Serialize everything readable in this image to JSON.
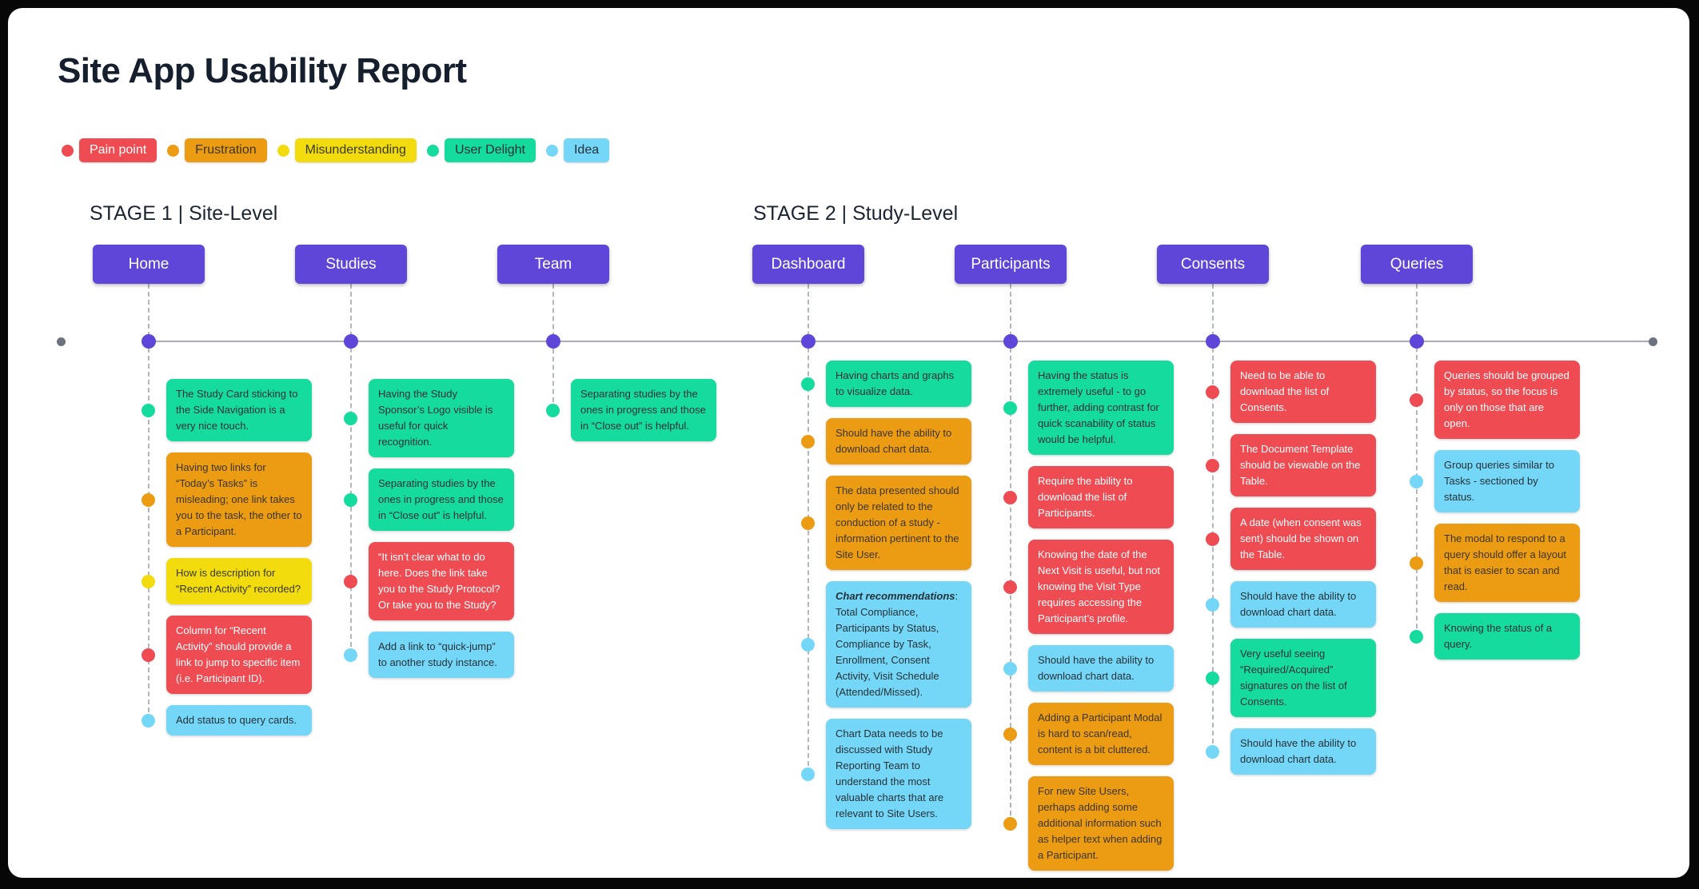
{
  "title": "Site App Usability Report",
  "colors": {
    "board_background": "#ffffff",
    "frame_background": "#070707",
    "button_purple": "#5f46d8",
    "timeline_line": "#a8adb7",
    "timeline_end_dot": "#6d737e",
    "dashed_line": "#b2b6bf"
  },
  "card_styles": {
    "pain": {
      "bg": "#ee4b52",
      "fg": "#ffffff"
    },
    "frustration": {
      "bg": "#ec9c13",
      "fg": "#3c3526"
    },
    "misunderstanding": {
      "bg": "#f2dc0e",
      "fg": "#3a3a22"
    },
    "delight": {
      "bg": "#16db9e",
      "fg": "#263137"
    },
    "idea": {
      "bg": "#74d7f8",
      "fg": "#263137"
    }
  },
  "legend": [
    {
      "type": "pain",
      "label": "Pain point"
    },
    {
      "type": "frustration",
      "label": "Frustration"
    },
    {
      "type": "misunderstanding",
      "label": "Misunderstanding"
    },
    {
      "type": "delight",
      "label": "User Delight"
    },
    {
      "type": "idea",
      "label": "Idea"
    }
  ],
  "stages": [
    {
      "label": "STAGE 1 | Site-Level"
    },
    {
      "label": "STAGE 2 | Study-Level"
    }
  ],
  "columns": [
    {
      "label": "Home",
      "stage": 1,
      "cards": [
        {
          "type": "delight",
          "text": "The Study Card sticking to the Side Navigation is a very nice touch."
        },
        {
          "type": "frustration",
          "text": "Having two links for “Today’s Tasks” is misleading; one link takes you to the task, the other to a Participant."
        },
        {
          "type": "misunderstanding",
          "text": "How is description for “Recent Activity” recorded?"
        },
        {
          "type": "pain",
          "text": "Column for “Recent Activity” should provide a link to jump to specific item (i.e. Participant ID)."
        },
        {
          "type": "idea",
          "text": "Add status to query cards."
        }
      ]
    },
    {
      "label": "Studies",
      "stage": 1,
      "cards": [
        {
          "type": "delight",
          "text": "Having the Study Sponsor’s Logo visible is useful for quick recognition."
        },
        {
          "type": "delight",
          "text": "Separating studies by the ones in progress and those in “Close out” is helpful."
        },
        {
          "type": "pain",
          "text": "“It isn’t clear what to do here. Does the link take you to the Study Protocol? Or take you to the Study?"
        },
        {
          "type": "idea",
          "text": "Add a link to “quick-jump” to another study instance."
        }
      ]
    },
    {
      "label": "Team",
      "stage": 1,
      "cards": [
        {
          "type": "delight",
          "text": "Separating studies by the ones in progress and those in “Close out” is helpful."
        }
      ]
    },
    {
      "label": "Dashboard",
      "stage": 2,
      "cards": [
        {
          "type": "delight",
          "text": "Having charts and graphs to visualize data."
        },
        {
          "type": "frustration",
          "text": "Should have the ability to download chart data."
        },
        {
          "type": "frustration",
          "text": "The data presented should only be related to the conduction of a study - information pertinent to the Site User."
        },
        {
          "type": "idea",
          "lead": "Chart recommendations",
          "text": ": Total Compliance, Participants by Status, Compliance by Task, Enrollment, Consent Activity, Visit Schedule (Attended/Missed)."
        },
        {
          "type": "idea",
          "text": "Chart Data needs to be discussed with Study Reporting Team to understand the most valuable charts that are relevant to Site Users."
        }
      ]
    },
    {
      "label": "Participants",
      "stage": 2,
      "cards": [
        {
          "type": "delight",
          "text": "Having the status is extremely useful - to go further, adding contrast for quick scanability of status would be helpful."
        },
        {
          "type": "pain",
          "text": "Require the ability to download the list of Participants."
        },
        {
          "type": "pain",
          "text": "Knowing the date of the Next Visit is useful, but not knowing the Visit Type requires accessing the Participant’s profile."
        },
        {
          "type": "idea",
          "text": "Should have the ability to download chart data."
        },
        {
          "type": "frustration",
          "text": "Adding a Participant Modal is hard to scan/read, content is a bit cluttered."
        },
        {
          "type": "frustration",
          "text": "For new Site Users, perhaps adding some additional information such as helper text when adding a Participant."
        }
      ]
    },
    {
      "label": "Consents",
      "stage": 2,
      "cards": [
        {
          "type": "pain",
          "text": "Need to be able to download the list of Consents."
        },
        {
          "type": "pain",
          "text": "The Document Template should be viewable on the Table."
        },
        {
          "type": "pain",
          "text": "A date (when consent was sent) should be shown on the Table."
        },
        {
          "type": "idea",
          "text": "Should have the ability to download chart data."
        },
        {
          "type": "delight",
          "text": "Very useful seeing “Required/Acquired” signatures on the list of Consents."
        },
        {
          "type": "idea",
          "text": "Should have the ability to download chart data."
        }
      ]
    },
    {
      "label": "Queries",
      "stage": 2,
      "cards": [
        {
          "type": "pain",
          "text": "Queries should be grouped by status, so the focus is only on those that are open."
        },
        {
          "type": "idea",
          "text": "Group queries similar to Tasks - sectioned by status."
        },
        {
          "type": "frustration",
          "text": "The modal to respond to a query should offer a layout that is easier to scan and read."
        },
        {
          "type": "delight",
          "text": "Knowing the status of a query."
        }
      ]
    }
  ]
}
